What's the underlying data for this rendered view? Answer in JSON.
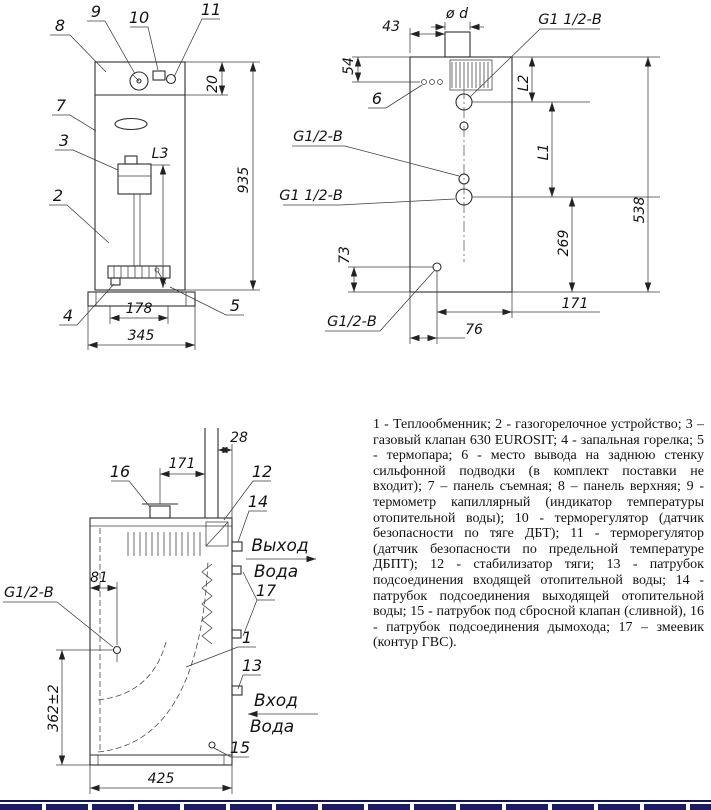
{
  "front_view": {
    "callouts": {
      "n8": "8",
      "n9": "9",
      "n10": "10",
      "n11": "11",
      "n7": "7",
      "n3": "3",
      "n2": "2",
      "n4": "4",
      "n5": "5"
    },
    "dims": {
      "top_panel": "20",
      "height": "935",
      "l3": "L3",
      "burner": "178",
      "width": "345"
    }
  },
  "back_view": {
    "labels": {
      "flue_dia": "ø d",
      "g112_top": "G1 1/2-В",
      "g12_left": "G1/2-В",
      "g112_left": "G1 1/2-В",
      "g12_bottom": "G1/2-В"
    },
    "callouts": {
      "n6": "6"
    },
    "dims": {
      "d43": "43",
      "d54": "54",
      "l2": "L2",
      "l1": "L1",
      "d538": "538",
      "d269": "269",
      "d73": "73",
      "d171": "171",
      "d76": "76"
    }
  },
  "side_view": {
    "callouts": {
      "n16": "16",
      "n12": "12",
      "n14": "14",
      "n17": "17",
      "n1": "1",
      "n13": "13",
      "n15": "15"
    },
    "dims": {
      "d28": "28",
      "d171": "171",
      "d81": "81",
      "d362": "362±2",
      "d425": "425"
    },
    "labels": {
      "g12": "G1/2-В",
      "out_word1": "Выход",
      "out_word2": "Вода",
      "in_word1": "Вход",
      "in_word2": "Вода"
    }
  },
  "legend": {
    "text": "1 - Теплообменник; 2 - газогорелочное устройство; 3 – газовый клапан 630 EUROSIT; 4 - запальная горелка; 5 - термопара; 6 - место вывода на заднюю стенку сильфонной подводки (в комплект поставки не входит); 7 – панель съемная; 8 – панель верхняя; 9 - термометр капиллярный (индикатор температуры отопительной воды); 10 - терморегулятор (датчик безопасности по тяге ДБТ); 11 - терморегулятор (датчик безопасности по предельной температуре ДБПТ); 12 - стабилизатор тяги; 13 - патрубок подсоединения входящей отопительной воды; 14 - патрубок подсоединения выходящей отопительной воды; 15 - патрубок под сбросной клапан (сливной), 16 - патрубок подсоединения дымохода; 17 – змеевик (контур ГВС)."
  }
}
